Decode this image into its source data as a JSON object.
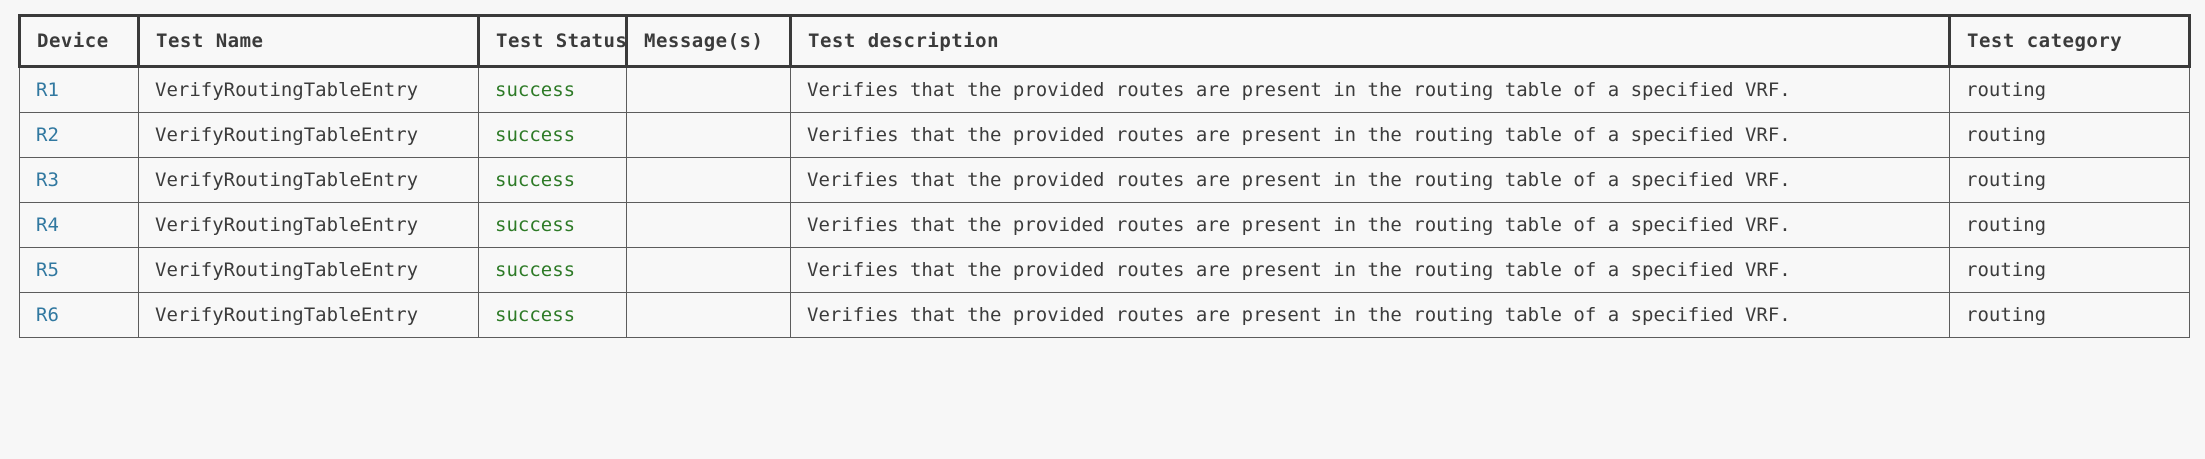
{
  "table": {
    "columns": [
      {
        "key": "device",
        "label": "Device"
      },
      {
        "key": "test_name",
        "label": "Test Name"
      },
      {
        "key": "test_status",
        "label": "Test Status"
      },
      {
        "key": "messages",
        "label": "Message(s)"
      },
      {
        "key": "description",
        "label": "Test description"
      },
      {
        "key": "category",
        "label": "Test category"
      }
    ],
    "rows": [
      {
        "device": "R1",
        "test_name": "VerifyRoutingTableEntry",
        "test_status": "success",
        "messages": "",
        "description": "Verifies that the provided routes are present in the routing table of a specified VRF.",
        "category": "routing"
      },
      {
        "device": "R2",
        "test_name": "VerifyRoutingTableEntry",
        "test_status": "success",
        "messages": "",
        "description": "Verifies that the provided routes are present in the routing table of a specified VRF.",
        "category": "routing"
      },
      {
        "device": "R3",
        "test_name": "VerifyRoutingTableEntry",
        "test_status": "success",
        "messages": "",
        "description": "Verifies that the provided routes are present in the routing table of a specified VRF.",
        "category": "routing"
      },
      {
        "device": "R4",
        "test_name": "VerifyRoutingTableEntry",
        "test_status": "success",
        "messages": "",
        "description": "Verifies that the provided routes are present in the routing table of a specified VRF.",
        "category": "routing"
      },
      {
        "device": "R5",
        "test_name": "VerifyRoutingTableEntry",
        "test_status": "success",
        "messages": "",
        "description": "Verifies that the provided routes are present in the routing table of a specified VRF.",
        "category": "routing"
      },
      {
        "device": "R6",
        "test_name": "VerifyRoutingTableEntry",
        "test_status": "success",
        "messages": "",
        "description": "Verifies that the provided routes are present in the routing table of a specified VRF.",
        "category": "routing"
      }
    ]
  },
  "colors": {
    "page_background": "#f7f7f7",
    "cell_background": "#f8f8f8",
    "header_border": "#3a3a3a",
    "body_border": "#5c5c5c",
    "text": "#3b3b3b",
    "device_value": "#3178a0",
    "status_success": "#2d7a26"
  }
}
